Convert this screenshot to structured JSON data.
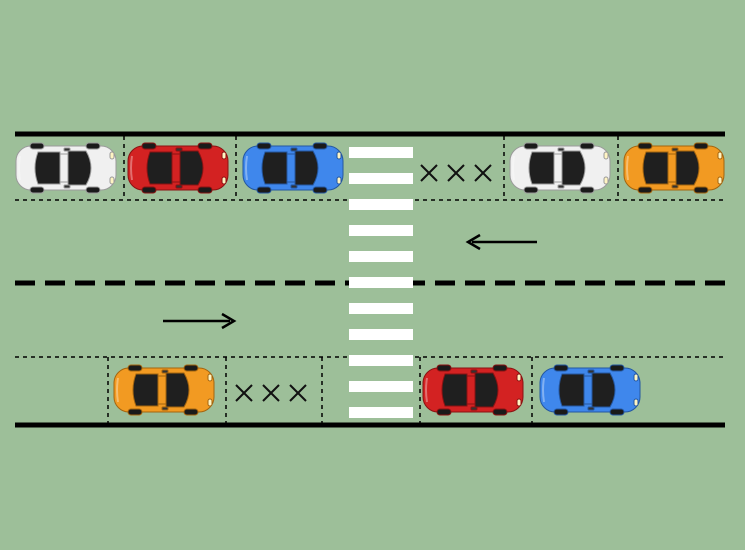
{
  "colors": {
    "background": "#9dbf99",
    "road_line": "#000000",
    "crosswalk": "#ffffff",
    "car_white": "#f0f0f0",
    "car_red": "#d32222",
    "car_blue": "#3f87ec",
    "car_orange": "#f29a22",
    "car_glass": "#1f1f1f"
  },
  "parking": {
    "top_row": [
      {
        "type": "car",
        "color": "white",
        "facing": "right"
      },
      {
        "type": "car",
        "color": "red",
        "facing": "right"
      },
      {
        "type": "car",
        "color": "blue",
        "facing": "right"
      },
      {
        "type": "crosswalk"
      },
      {
        "type": "no-parking",
        "marks": "×××"
      },
      {
        "type": "car",
        "color": "white",
        "facing": "right"
      },
      {
        "type": "car",
        "color": "orange",
        "facing": "right"
      }
    ],
    "bottom_row": [
      {
        "type": "car",
        "color": "orange",
        "facing": "right"
      },
      {
        "type": "no-parking",
        "marks": "×××"
      },
      {
        "type": "crosswalk"
      },
      {
        "type": "car",
        "color": "red",
        "facing": "right"
      },
      {
        "type": "car",
        "color": "blue",
        "facing": "right"
      }
    ]
  },
  "traffic": {
    "upper_lane_direction": "left",
    "lower_lane_direction": "right"
  }
}
